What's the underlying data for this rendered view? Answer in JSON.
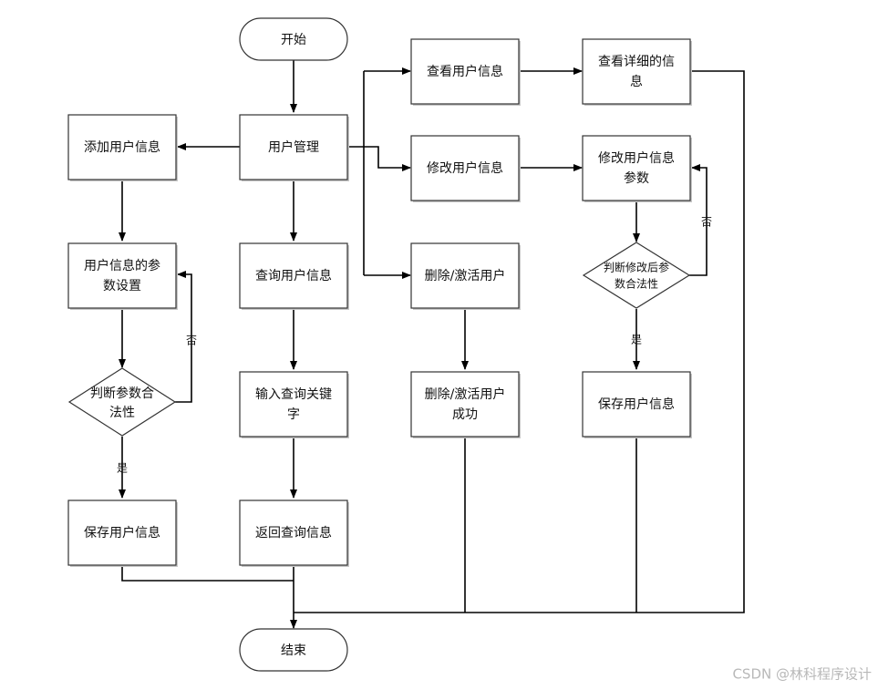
{
  "nodes": {
    "start": {
      "label": "开始"
    },
    "end": {
      "label": "结束"
    },
    "user_mgmt": {
      "label": "用户管理"
    },
    "add_user": {
      "label": "添加用户信息"
    },
    "add_params_l1": {
      "label": "用户信息的参"
    },
    "add_params_l2": {
      "label": "数设置"
    },
    "add_check_l1": {
      "label": "判断参数合"
    },
    "add_check_l2": {
      "label": "法性"
    },
    "add_save": {
      "label": "保存用户信息"
    },
    "query_user": {
      "label": "查询用户信息"
    },
    "query_input_l1": {
      "label": "输入查询关键"
    },
    "query_input_l2": {
      "label": "字"
    },
    "query_return": {
      "label": "返回查询信息"
    },
    "view_user": {
      "label": "查看用户信息"
    },
    "view_detail_l1": {
      "label": "查看详细的信"
    },
    "view_detail_l2": {
      "label": "息"
    },
    "modify_user": {
      "label": "修改用户信息"
    },
    "modify_params_l1": {
      "label": "修改用户信息"
    },
    "modify_params_l2": {
      "label": "参数"
    },
    "modify_check_l1": {
      "label": "判断修改后参"
    },
    "modify_check_l2": {
      "label": "数合法性"
    },
    "modify_save": {
      "label": "保存用户信息"
    },
    "delete_user": {
      "label": "删除/激活用户"
    },
    "delete_done_l1": {
      "label": "删除/激活用户"
    },
    "delete_done_l2": {
      "label": "成功"
    }
  },
  "edge_labels": {
    "add_no": "否",
    "add_yes": "是",
    "modify_no": "否",
    "modify_yes": "是"
  },
  "watermark": "CSDN @林科程序设计"
}
